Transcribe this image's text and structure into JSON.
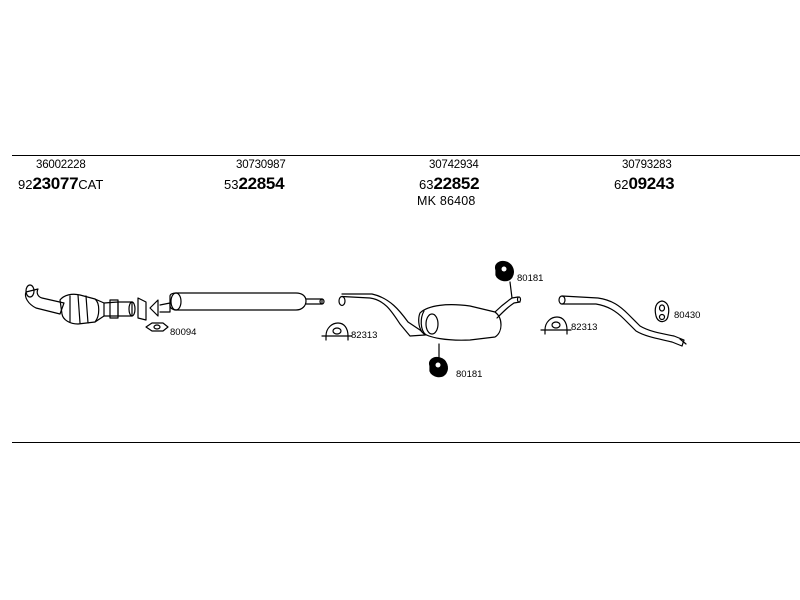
{
  "sections": [
    {
      "ref": "36002228",
      "prefix": "92",
      "main": "23077",
      "suffix": "CAT",
      "extra": ""
    },
    {
      "ref": "30730987",
      "prefix": "53",
      "main": "22854",
      "suffix": "",
      "extra": ""
    },
    {
      "ref": "30742934",
      "prefix": "63",
      "main": "22852",
      "suffix": "",
      "extra": "MK  86408"
    },
    {
      "ref": "30793283",
      "prefix": "62",
      "main": "09243",
      "suffix": "",
      "extra": ""
    }
  ],
  "part_labels": {
    "gasket_front": "80094",
    "clamp_mid": "82313",
    "hanger_upper": "80181",
    "hanger_lower": "80181",
    "clamp_rear": "82313",
    "hanger_rear": "80430"
  },
  "colors": {
    "line": "#000000",
    "background": "#ffffff"
  }
}
